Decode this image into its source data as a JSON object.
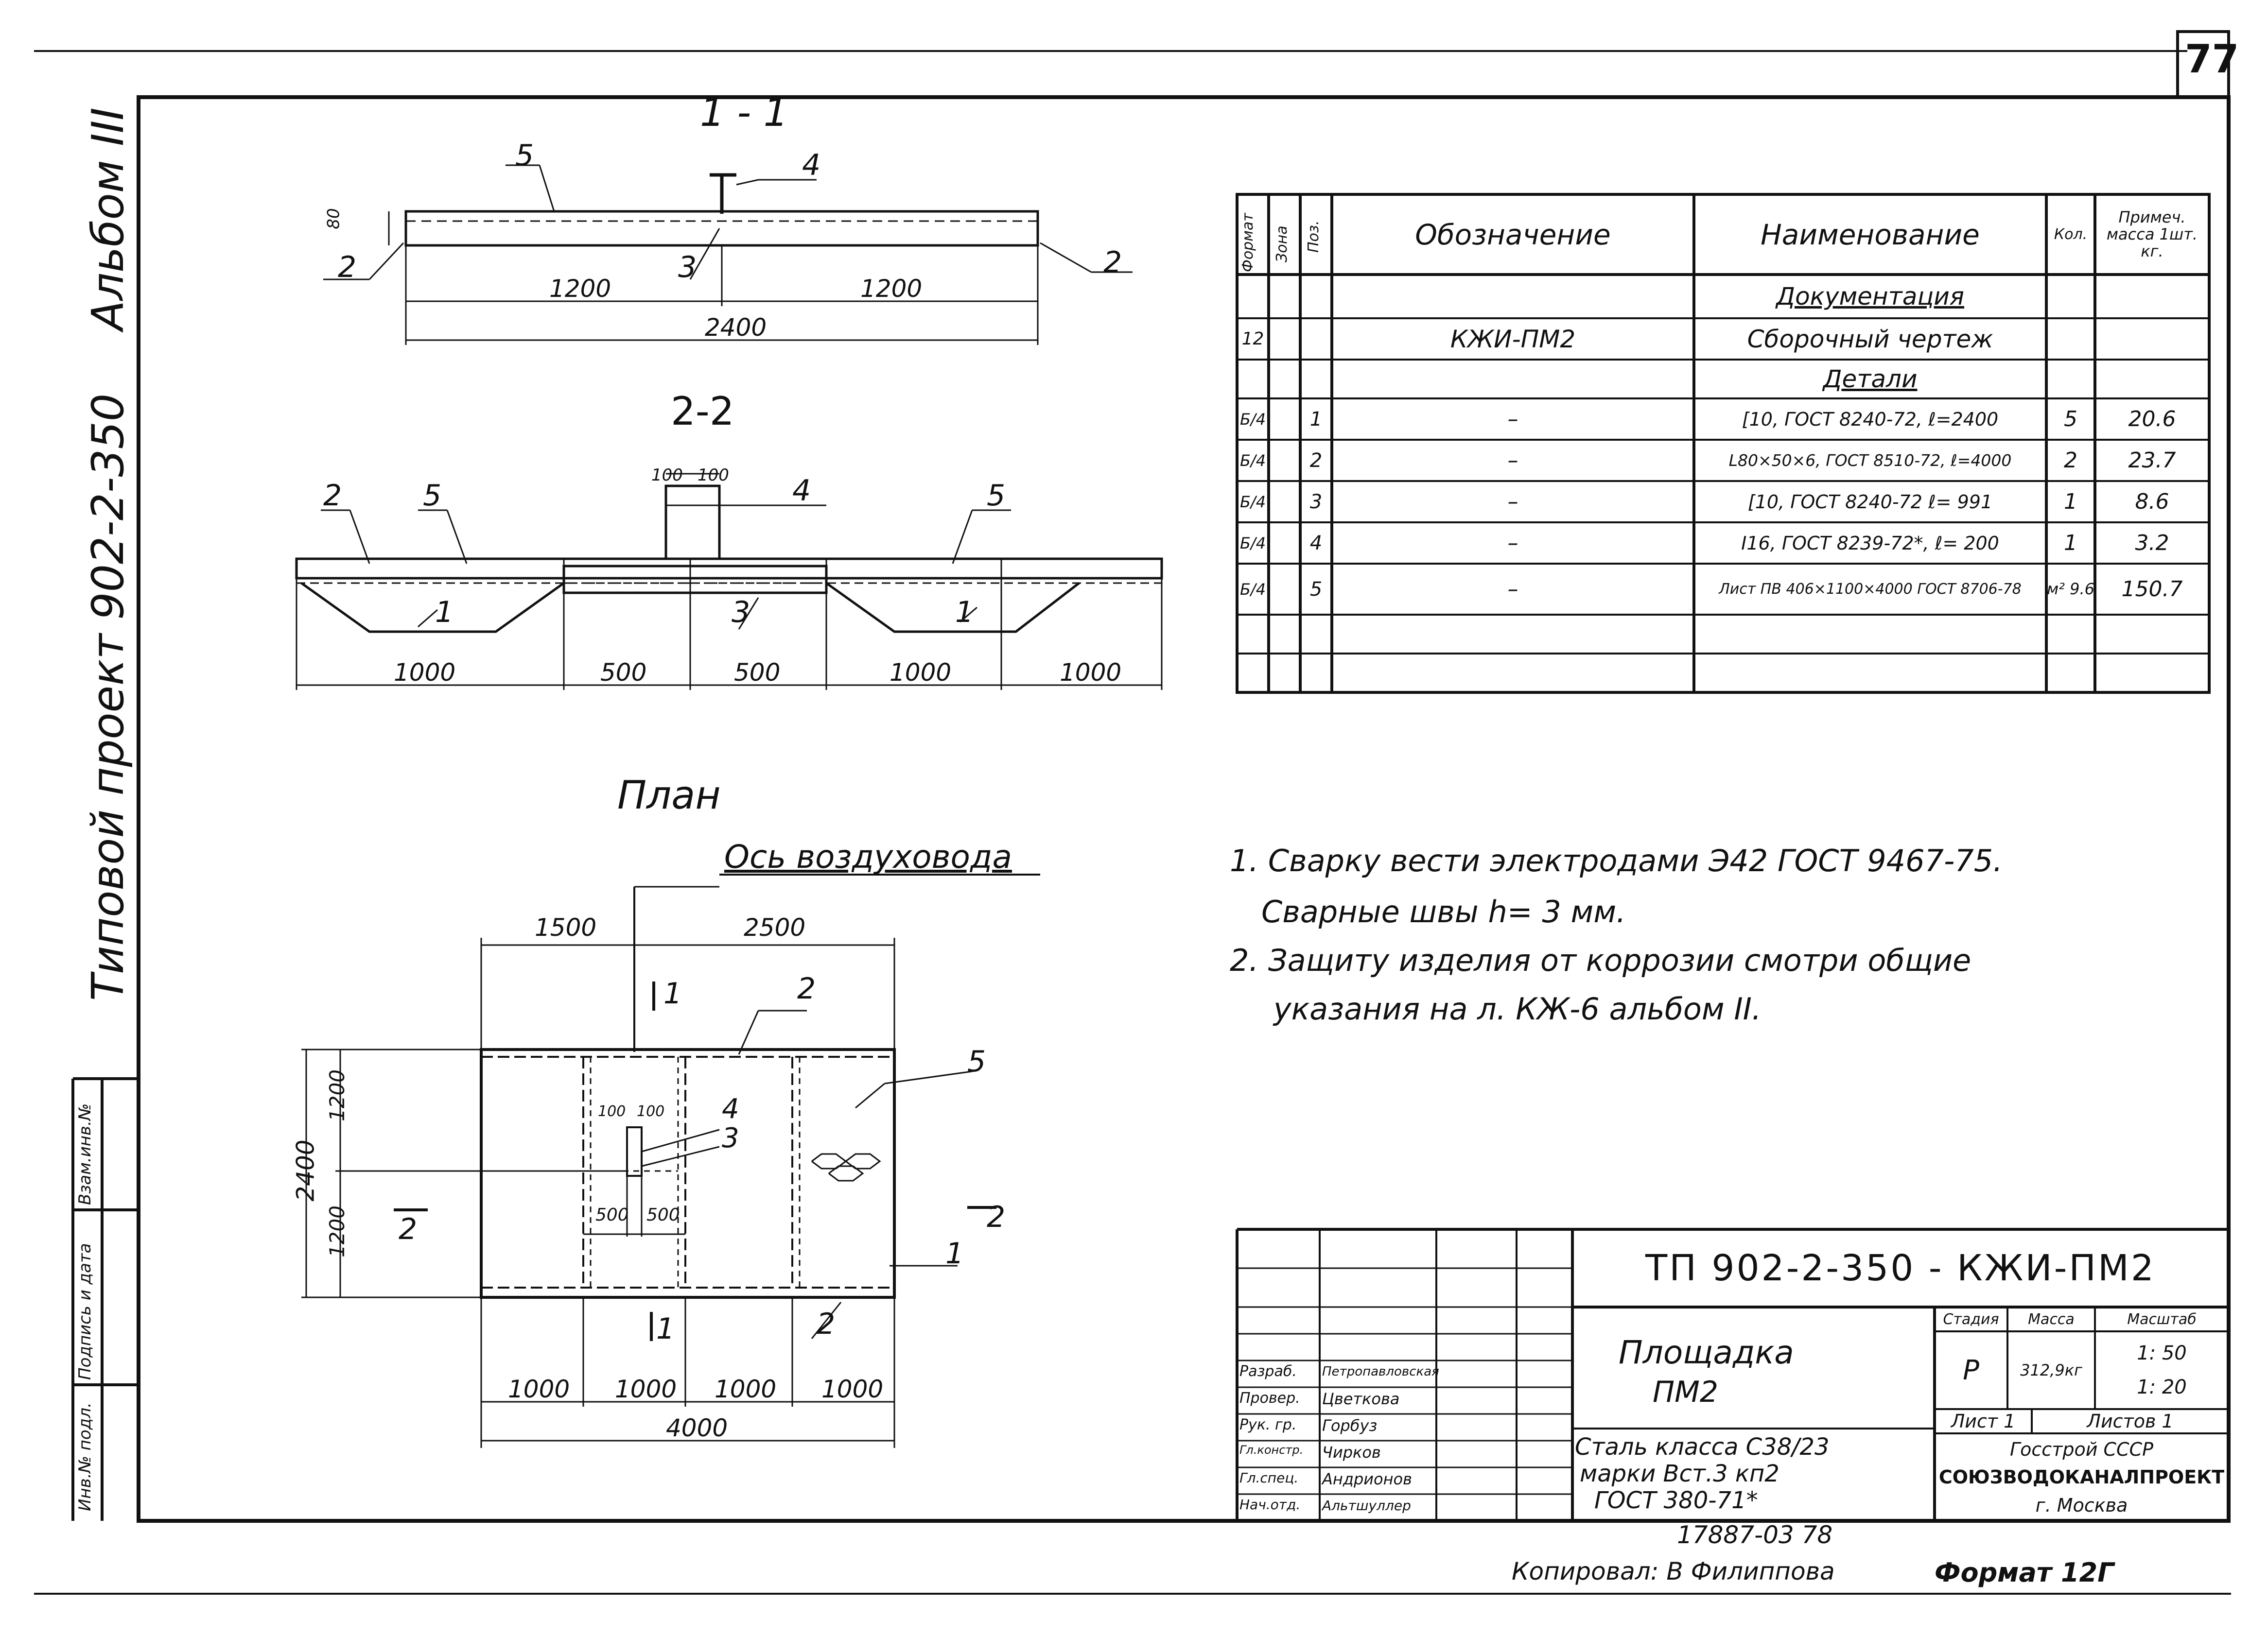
{
  "sheet": {
    "number": "77",
    "side_album": "Альбом III",
    "side_project": "Типовой проект 902-2-350",
    "side_strip": [
      "Инв.№ подл.",
      "Подпись и дата",
      "Взам.инв.№"
    ]
  },
  "views": {
    "section_1_title": "1 - 1",
    "section_2_title": "2-2",
    "plan_title": "План",
    "axis_label": "Ось воздуховода"
  },
  "dims": {
    "s1": {
      "h80": "80",
      "left": "1200",
      "right": "1200",
      "total": "2400"
    },
    "s2": {
      "top_a": "100",
      "top_b": "100",
      "d1": "1000",
      "d2": "500",
      "d3": "500",
      "d4": "1000",
      "d5": "1000"
    },
    "plan": {
      "top_left": "1500",
      "top_right": "2500",
      "left_top": "1200",
      "left_bot": "1200",
      "left_total": "2400",
      "b1": "1000",
      "b2": "1000",
      "b3": "1000",
      "b4": "1000",
      "total": "4000",
      "inner_100a": "100",
      "inner_100b": "100",
      "inner_500a": "500",
      "inner_500b": "500"
    }
  },
  "marks": {
    "p1": "1",
    "p2": "2",
    "p3": "3",
    "p4": "4",
    "p5": "5",
    "cut1": "1",
    "cut2": "2"
  },
  "spec": {
    "headers": {
      "format": "Формат",
      "zone": "Зона",
      "pos": "Поз.",
      "designation": "Обозначение",
      "name": "Наименование",
      "qty": "Кол.",
      "note": "Примеч. масса 1шт. кг."
    },
    "section_docs": "Документация",
    "section_parts": "Детали",
    "rows": [
      {
        "format": "12",
        "pos": "",
        "designation": "КЖИ-ПМ2",
        "name": "Сборочный чертеж",
        "qty": "",
        "note": ""
      },
      {
        "format": "Б/4",
        "pos": "1",
        "designation": "–",
        "name": "[10, ГОСТ 8240-72, ℓ=2400",
        "qty": "5",
        "note": "20.6"
      },
      {
        "format": "Б/4",
        "pos": "2",
        "designation": "–",
        "name": "L80×50×6, ГОСТ 8510-72, ℓ=4000",
        "qty": "2",
        "note": "23.7"
      },
      {
        "format": "Б/4",
        "pos": "3",
        "designation": "–",
        "name": "[10, ГОСТ 8240-72 ℓ= 991",
        "qty": "1",
        "note": "8.6"
      },
      {
        "format": "Б/4",
        "pos": "4",
        "designation": "–",
        "name": "I16, ГОСТ 8239-72*, ℓ= 200",
        "qty": "1",
        "note": "3.2"
      },
      {
        "format": "Б/4",
        "pos": "5",
        "designation": "–",
        "name": "Лист ПВ 406×1100×4000 ГОСТ 8706-78",
        "qty": "м² 9.6",
        "note": "150.7"
      }
    ]
  },
  "notes": [
    "1. Сварку вести электродами Э42 ГОСТ 9467-75.",
    "Сварные швы h= 3 мм.",
    "2. Защиту изделия от коррозии смотри общие",
    "указания на л. КЖ-6 альбом II."
  ],
  "title_block": {
    "code": "ТП 902-2-350 - КЖИ-ПМ2",
    "name_line1": "Площадка",
    "name_line2": "ПМ2",
    "material": [
      "Сталь класса С38/23",
      "марки Вст.3 кп2",
      "ГОСТ 380-71*"
    ],
    "stage_label": "Стадия",
    "mass_label": "Масса",
    "scale_label": "Масштаб",
    "stage": "Р",
    "mass": "312,9кг",
    "scale1": "1: 50",
    "scale2": "1: 20",
    "sheet_label": "Лист 1",
    "sheets_label": "Листов 1",
    "org": [
      "Госстрой СССР",
      "СОЮЗВОДОКАНАЛПРОЕКТ",
      "г. Москва"
    ],
    "roles": [
      {
        "role": "Разраб.",
        "name": "Петропавловская"
      },
      {
        "role": "Провер.",
        "name": "Цветкова"
      },
      {
        "role": "Рук. гр.",
        "name": "Горбуз"
      },
      {
        "role": "Гл.констр.",
        "name": "Чирков"
      },
      {
        "role": "Гл.спец.",
        "name": "Андрионов"
      },
      {
        "role": "Нач.отд.",
        "name": "Альтшуллер"
      }
    ]
  },
  "footer": {
    "archive": "17887-03   78",
    "copied": "Копировал: В Филиппова",
    "format": "Формат 12Г"
  }
}
